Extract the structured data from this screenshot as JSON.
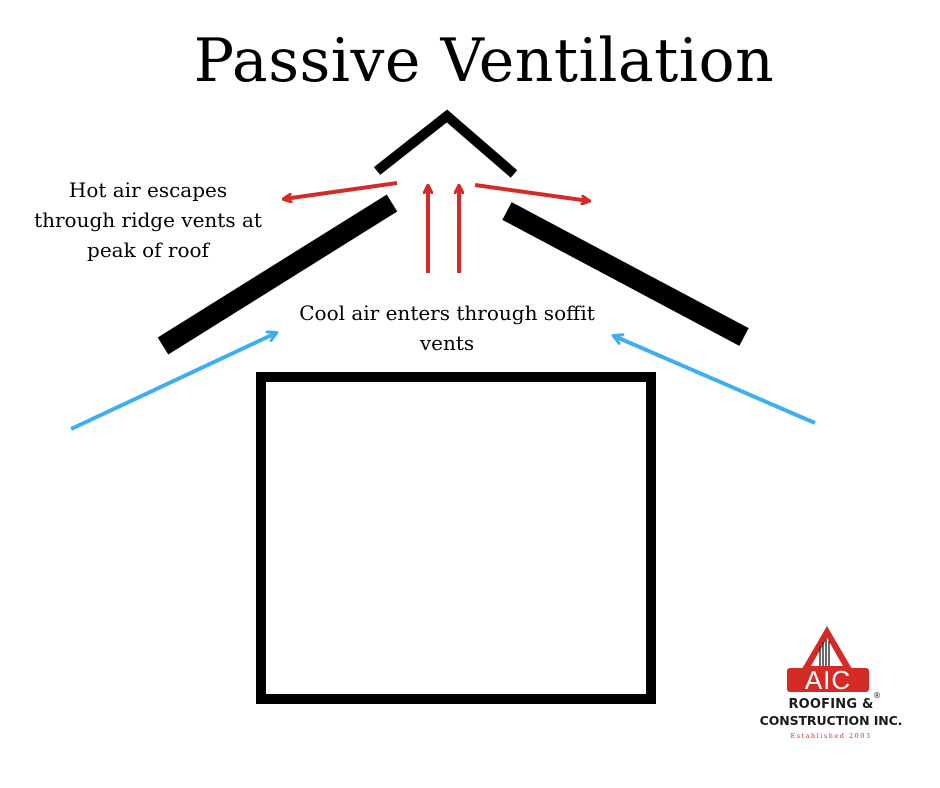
{
  "title": "Passive Ventilation",
  "labels": {
    "hot_air": [
      "Hot air escapes",
      "through ridge vents at",
      "peak of roof"
    ],
    "cool_air": [
      "Cool air enters through soffit",
      "vents"
    ]
  },
  "logo": {
    "mark": "AIC",
    "line1": "ROOFING &",
    "line2": "CONSTRUCTION INC.",
    "tagline": "Established 2003",
    "registered": "®"
  },
  "colors": {
    "structure": "#000000",
    "hot_arrow": "#d42b27",
    "cool_arrow": "#3eaef0",
    "logo_red": "#d42b27",
    "logo_dark": "#2a2a2a"
  }
}
